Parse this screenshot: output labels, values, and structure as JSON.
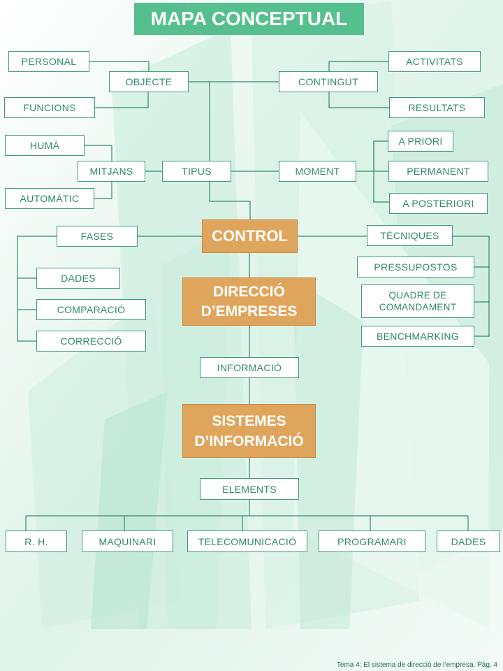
{
  "title": "MAPA CONCEPTUAL",
  "footer": "Tema 4: El sistema de direcció de l’empresa. Pág. 4",
  "colors": {
    "accent": "#55c08d",
    "box_border": "#3f9a7a",
    "box_text": "#2f8a69",
    "central": "#e0a55c",
    "line": "#2e8b6a"
  },
  "nodes": {
    "personal": "PERSONAL",
    "objecte": "OBJECTE",
    "funcions": "FUNCIONS",
    "contingut": "CONTINGUT",
    "activitats": "ACTIVITATS",
    "resultats": "RESULTATS",
    "huma": "HUMÀ",
    "mitjans": "MITJANS",
    "automatic": "AUTOMÀTIC",
    "tipus": "TIPUS",
    "moment": "MOMENT",
    "a_priori": "A PRIORI",
    "permanent": "PERMANENT",
    "a_posteriori": "A POSTERIORI",
    "fases": "FASES",
    "control": "CONTROL",
    "tecniques": "TÈCNIQUES",
    "dades_fase": "DADES",
    "comparacio": "COMPARACIÓ",
    "correccio": "CORRECCIÓ",
    "pressupostos": "PRESSUPOSTOS",
    "quadre_line1": "QUADRE DE",
    "quadre_line2": "COMANDAMENT",
    "benchmarking": "BENCHMARKING",
    "direccio_line1": "DIRECCIÓ",
    "direccio_line2": "D’EMPRESES",
    "informacio": "INFORMACIÓ",
    "sistemes_line1": "SISTEMES",
    "sistemes_line2": "D’INFORMACIÓ",
    "elements": "ELEMENTS",
    "rh": "R. H.",
    "maquinari": "MAQUINARI",
    "telecomunicacio": "TELECOMUNICACIÓ",
    "programari": "PROGRAMARI",
    "dades_element": "DADES"
  }
}
